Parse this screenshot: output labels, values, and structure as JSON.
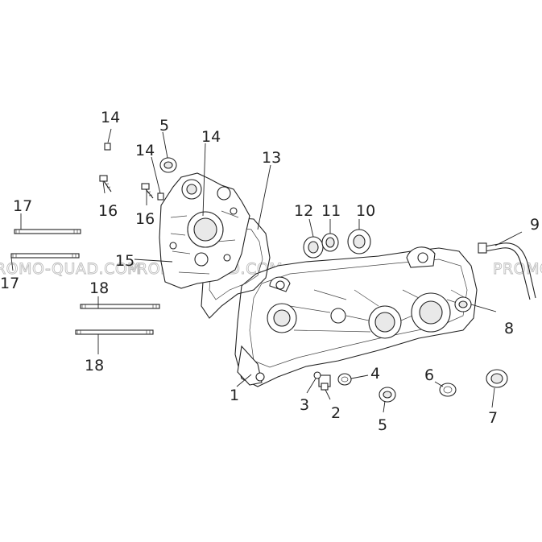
{
  "watermark": "PROMO-QUAD.COM",
  "callouts": [
    "1",
    "2",
    "3",
    "4",
    "5",
    "5",
    "6",
    "7",
    "8",
    "9",
    "10",
    "11",
    "12",
    "13",
    "14",
    "14",
    "14",
    "15",
    "16",
    "16",
    "17",
    "17",
    "18",
    "18"
  ]
}
